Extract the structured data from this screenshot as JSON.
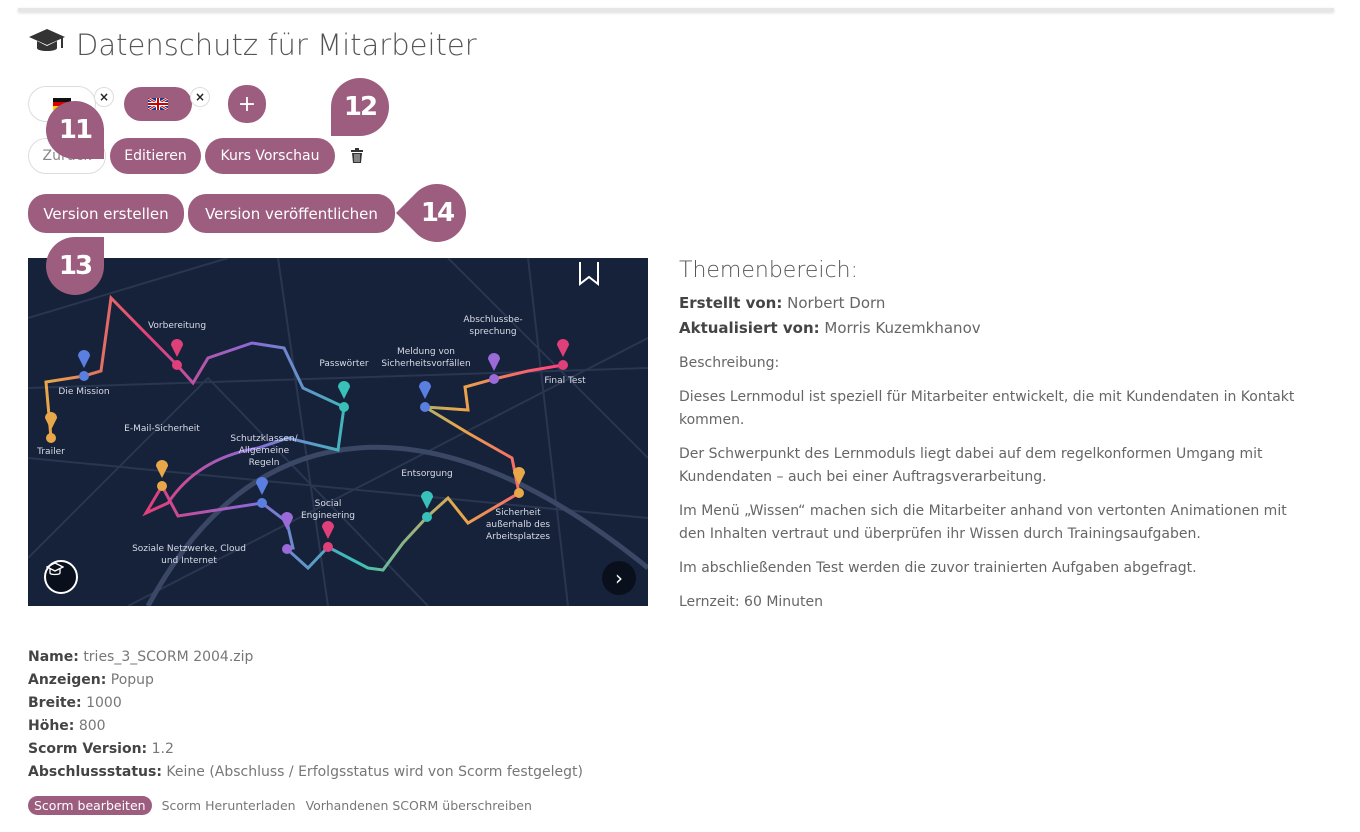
{
  "header": {
    "title": "Datenschutz für Mitarbeiter",
    "icon": "graduation-cap-icon"
  },
  "languages": [
    {
      "flag": "de",
      "remove": "×"
    },
    {
      "flag": "gb",
      "remove": "×"
    }
  ],
  "add_language": "+",
  "actions": {
    "back": "Zurück",
    "edit": "Editieren",
    "preview": "Kurs Vorschau",
    "create_version": "Version erstellen",
    "publish_version": "Version veröffentlichen"
  },
  "annotations": [
    "11",
    "12",
    "13",
    "14"
  ],
  "map": {
    "stations": [
      "Trailer",
      "Die Mission",
      "Vorbereitung",
      "E-Mail-Sicherheit",
      "Schutzklassen/",
      "Allgemeine",
      "Regeln",
      "Soziale Netzwerke, Cloud",
      "und Internet",
      "Social",
      "Engineering",
      "Passwörter",
      "Meldung von",
      "Sicherheitsvorfällen",
      "Abschlussbe-",
      "sprechung",
      "Final Test",
      "Entsorgung",
      "Sicherheit",
      "außerhalb des",
      "Arbeitsplatzes"
    ],
    "next": "›"
  },
  "details": {
    "heading": "Themenbereich:",
    "created_by_label": "Erstellt von:",
    "created_by": "Norbert Dorn",
    "updated_by_label": "Aktualisiert von:",
    "updated_by": "Morris Kuzemkhanov",
    "description_label": "Beschreibung:",
    "paragraphs": [
      "Dieses Lernmodul ist speziell für Mitarbeiter entwickelt, die mit Kundendaten in Kontakt kommen.",
      "Der Schwerpunkt des Lernmoduls liegt dabei auf dem regelkonformen Umgang mit Kundendaten – auch bei einer Auftragsverarbeitung.",
      "Im Menü „Wissen“ machen sich die Mitarbeiter anhand von vertonten Animationen mit den Inhalten vertraut und überprüfen ihr Wissen durch Trainingsaufgaben.",
      "Im abschließenden Test werden die zuvor trainierten Aufgaben abgefragt.",
      "Lernzeit: 60 Minuten"
    ]
  },
  "scorm": {
    "rows": [
      {
        "label": "Name:",
        "value": "tries_3_SCORM 2004.zip"
      },
      {
        "label": "Anzeigen:",
        "value": "Popup"
      },
      {
        "label": "Breite:",
        "value": "1000"
      },
      {
        "label": "Höhe:",
        "value": "800"
      },
      {
        "label": "Scorm Version:",
        "value": "1.2"
      },
      {
        "label": "Abschlussstatus:",
        "value": "Keine (Abschluss / Erfolgsstatus wird von Scorm festgelegt)"
      }
    ],
    "edit": "Scorm bearbeiten",
    "download": "Scorm Herunterladen",
    "overwrite": "Vorhandenen SCORM überschreiben"
  },
  "colors": {
    "accent": "#9c5d7f",
    "map_bg": "#16213a"
  }
}
